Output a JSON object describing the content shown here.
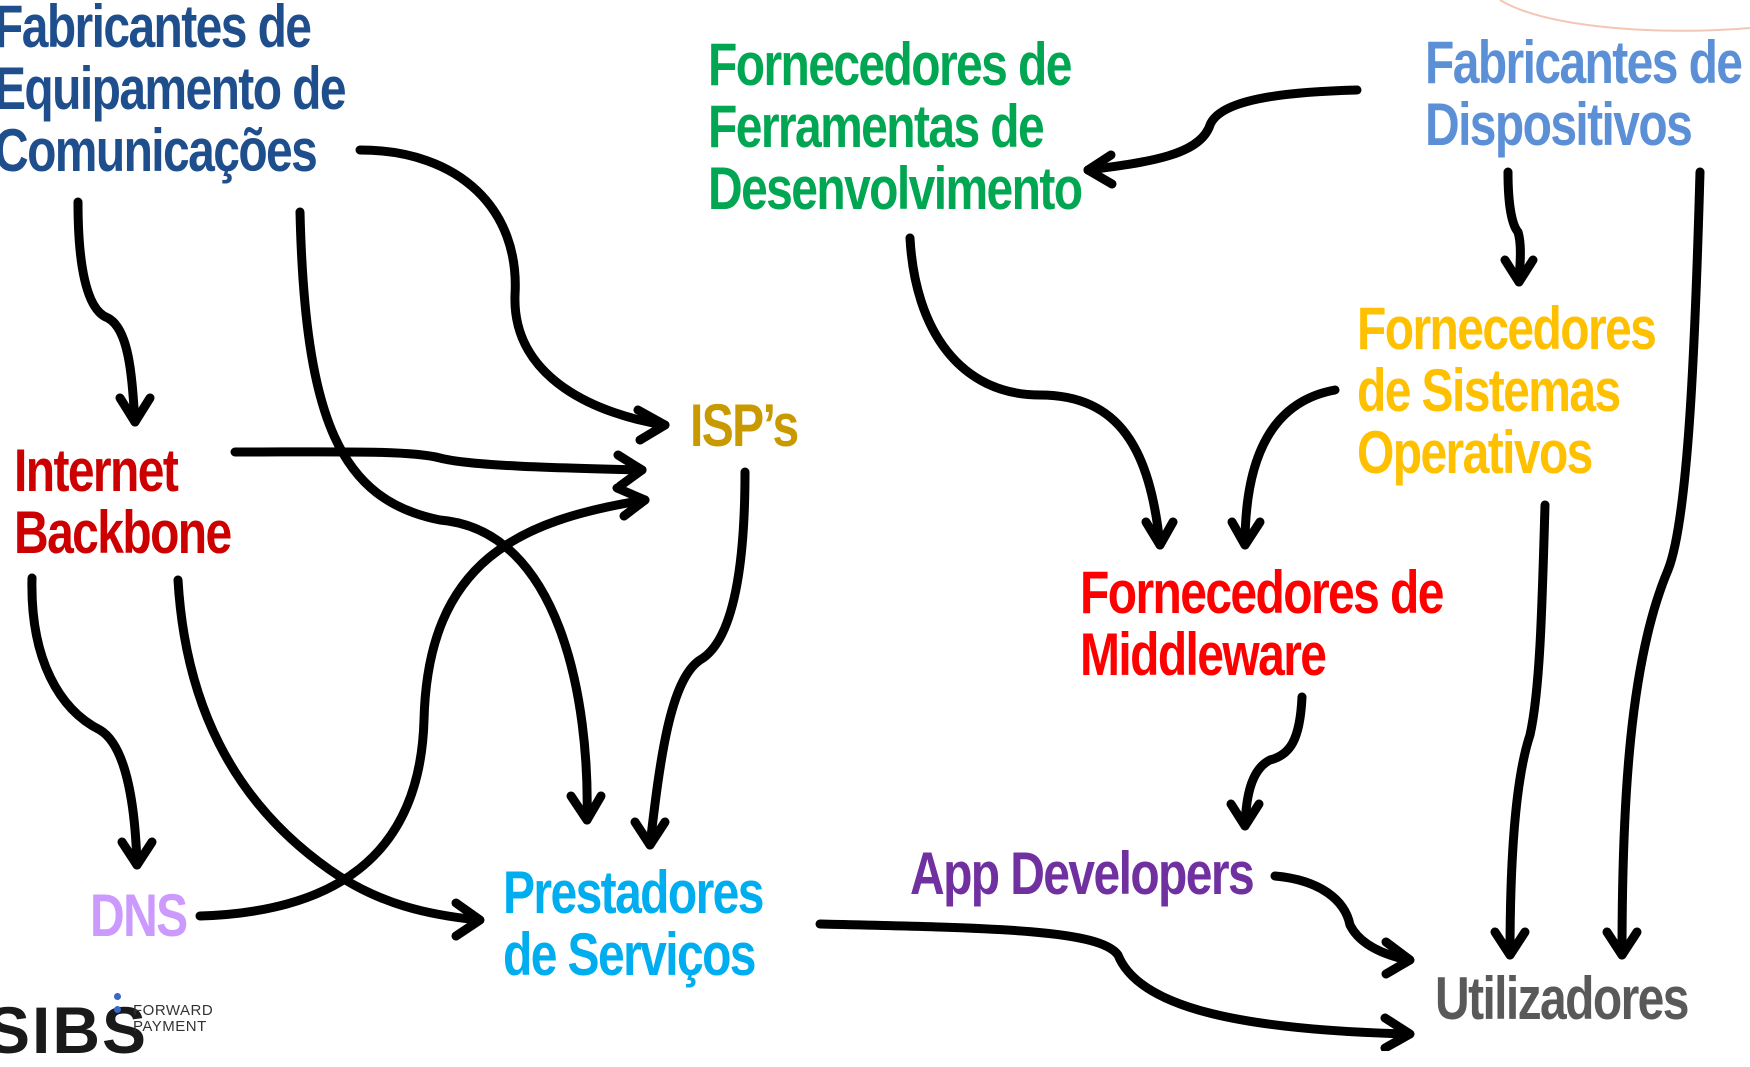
{
  "colors": {
    "comm_manufacturers": "#1f4e8c",
    "backbone": "#cc0000",
    "dns": "#cc99ff",
    "isps": "#c99a00",
    "service_providers": "#00aeef",
    "devtools": "#00a651",
    "device_manufacturers": "#5b8fd6",
    "os_providers": "#ffc000",
    "middleware": "#ff0000",
    "app_developers": "#7030a0",
    "users": "#595959",
    "arrows": "#000000"
  },
  "nodes": {
    "comm_manufacturers": {
      "lines": [
        "Fabricantes de",
        "Equipamento de",
        "Comunicações"
      ]
    },
    "backbone": {
      "lines": [
        "Internet",
        "Backbone"
      ]
    },
    "dns": {
      "lines": [
        "DNS"
      ]
    },
    "isps": {
      "lines": [
        "ISP’s"
      ]
    },
    "service_providers": {
      "lines": [
        "Prestadores",
        "de Serviços"
      ]
    },
    "devtools": {
      "lines": [
        "Fornecedores de",
        "Ferramentas de",
        "Desenvolvimento"
      ]
    },
    "device_manufacturers": {
      "lines": [
        "Fabricantes de",
        "Dispositivos"
      ]
    },
    "os_providers": {
      "lines": [
        "Fornecedores",
        "de Sistemas",
        "Operativos"
      ]
    },
    "middleware": {
      "lines": [
        "Fornecedores de",
        "Middleware"
      ]
    },
    "app_developers": {
      "lines": [
        "App Developers"
      ]
    },
    "users": {
      "lines": [
        "Utilizadores"
      ]
    }
  },
  "edges": [
    {
      "from": "Fabricantes de Equipamento de Comunicações",
      "to": "Internet Backbone"
    },
    {
      "from": "Fabricantes de Equipamento de Comunicações",
      "to": "ISP’s"
    },
    {
      "from": "Fabricantes de Equipamento de Comunicações",
      "to": "Prestadores de Serviços"
    },
    {
      "from": "Internet Backbone",
      "to": "ISP’s"
    },
    {
      "from": "Internet Backbone",
      "to": "DNS"
    },
    {
      "from": "Internet Backbone",
      "to": "Prestadores de Serviços"
    },
    {
      "from": "DNS",
      "to": "ISP’s"
    },
    {
      "from": "ISP’s",
      "to": "Prestadores de Serviços"
    },
    {
      "from": "Prestadores de Serviços",
      "to": "Utilizadores"
    },
    {
      "from": "Fabricantes de Dispositivos",
      "to": "Fornecedores de Ferramentas de Desenvolvimento"
    },
    {
      "from": "Fabricantes de Dispositivos",
      "to": "Fornecedores de Sistemas Operativos"
    },
    {
      "from": "Fabricantes de Dispositivos",
      "to": "Utilizadores"
    },
    {
      "from": "Fornecedores de Ferramentas de Desenvolvimento",
      "to": "Fornecedores de Middleware"
    },
    {
      "from": "Fornecedores de Sistemas Operativos",
      "to": "Fornecedores de Middleware"
    },
    {
      "from": "Fornecedores de Sistemas Operativos",
      "to": "Utilizadores"
    },
    {
      "from": "Fornecedores de Middleware",
      "to": "App Developers"
    },
    {
      "from": "App Developers",
      "to": "Utilizadores"
    }
  ],
  "logo": {
    "wordmark": "SIBS",
    "tagline": [
      "FORWARD",
      "PAYMENT"
    ],
    "accent_color": "#3a66c4"
  },
  "corner_arc_color": "#f4c6b4"
}
